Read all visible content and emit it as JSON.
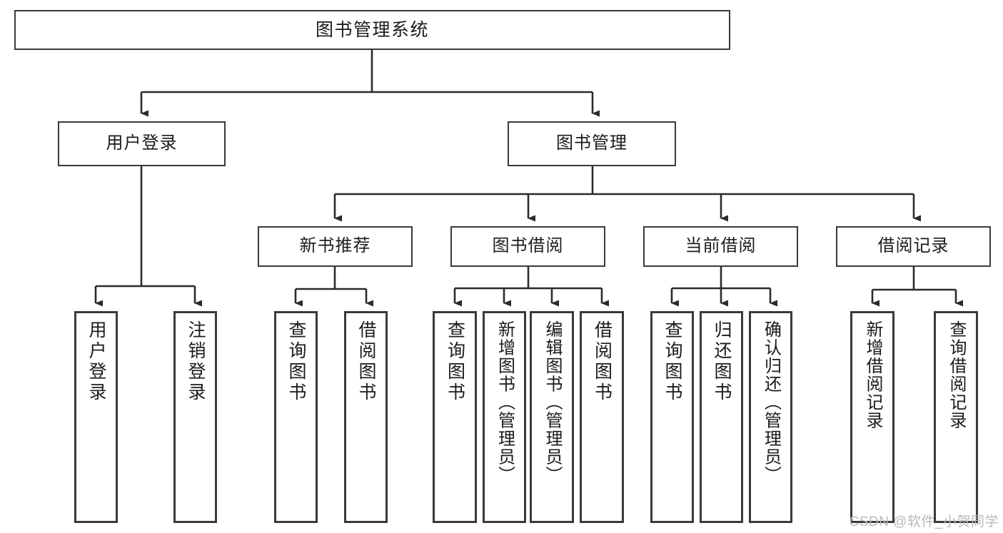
{
  "diagram": {
    "title": "图书管理系统",
    "type": "functional-structure-tree",
    "root": {
      "id": "root",
      "label": "图书管理系统"
    },
    "level2": [
      {
        "id": "user-login",
        "label": "用户登录"
      },
      {
        "id": "book-manage",
        "label": "图书管理"
      }
    ],
    "level3": [
      {
        "id": "new-book-rec",
        "label": "新书推荐"
      },
      {
        "id": "book-borrow",
        "label": "图书借阅"
      },
      {
        "id": "current-borrow",
        "label": "当前借阅"
      },
      {
        "id": "borrow-record",
        "label": "借阅记录"
      }
    ],
    "leaves": [
      {
        "id": "leaf-user-login",
        "label": "用户登录",
        "parent": "user-login"
      },
      {
        "id": "leaf-logout",
        "label": "注销登录",
        "parent": "user-login"
      },
      {
        "id": "leaf-query-book-1",
        "label": "查询图书",
        "parent": "new-book-rec"
      },
      {
        "id": "leaf-borrow-book-1",
        "label": "借阅图书",
        "parent": "new-book-rec"
      },
      {
        "id": "leaf-query-book-2",
        "label": "查询图书",
        "parent": "book-borrow"
      },
      {
        "id": "leaf-add-book",
        "label": "新增图书（管理员）",
        "parent": "book-borrow"
      },
      {
        "id": "leaf-edit-book",
        "label": "编辑图书（管理员）",
        "parent": "book-borrow"
      },
      {
        "id": "leaf-borrow-book-2",
        "label": "借阅图书",
        "parent": "book-borrow"
      },
      {
        "id": "leaf-query-book-3",
        "label": "查询图书",
        "parent": "current-borrow"
      },
      {
        "id": "leaf-return-book",
        "label": "归还图书",
        "parent": "current-borrow"
      },
      {
        "id": "leaf-confirm-return",
        "label": "确认归还（管理员）",
        "parent": "current-borrow"
      },
      {
        "id": "leaf-add-record",
        "label": "新增借阅记录",
        "parent": "borrow-record"
      },
      {
        "id": "leaf-query-record",
        "label": "查询借阅记录",
        "parent": "borrow-record"
      }
    ]
  },
  "watermark": {
    "text": "CSDN @软件_小贺同学"
  },
  "colors": {
    "box_border": "#3a3a3a",
    "box_fill": "#ffffff",
    "connector": "#2b2b2b",
    "text": "#1b1b1b",
    "watermark": "#b9b9b9",
    "background": "#ffffff"
  }
}
